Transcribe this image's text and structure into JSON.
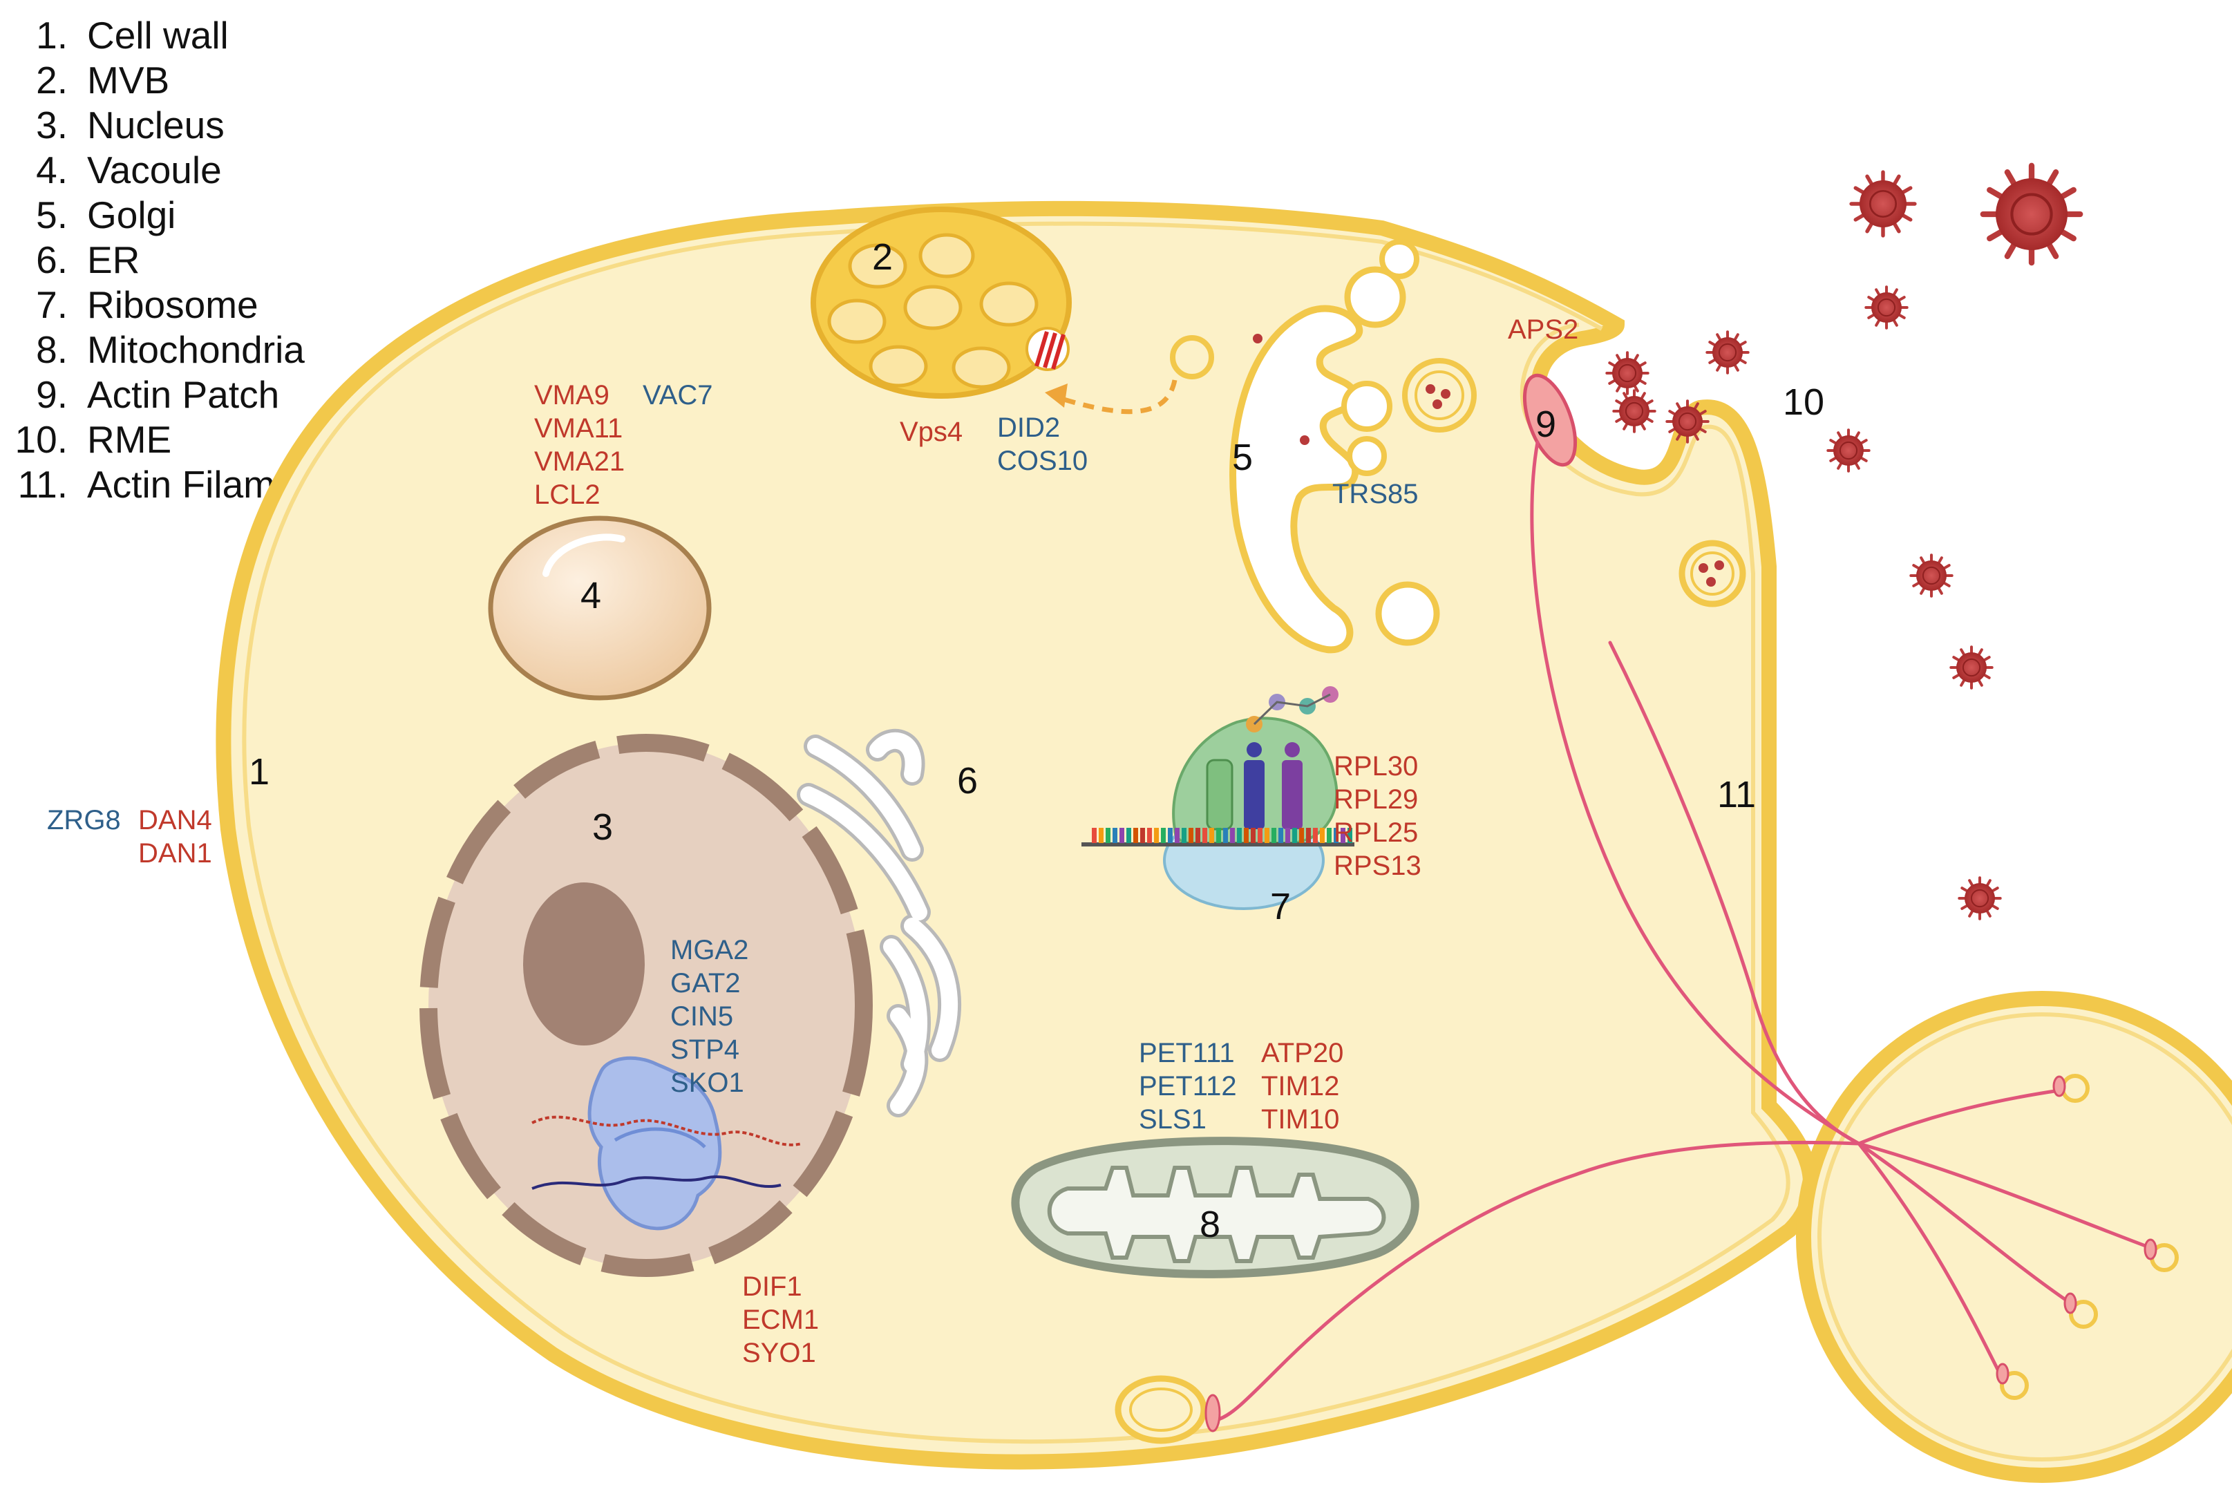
{
  "legend": {
    "items": [
      {
        "num": "1.",
        "label": "Cell wall"
      },
      {
        "num": "2.",
        "label": "MVB"
      },
      {
        "num": "3.",
        "label": "Nucleus"
      },
      {
        "num": "4.",
        "label": "Vacoule"
      },
      {
        "num": "5.",
        "label": "Golgi"
      },
      {
        "num": "6.",
        "label": "ER"
      },
      {
        "num": "7.",
        "label": "Ribosome"
      },
      {
        "num": "8.",
        "label": "Mitochondria"
      },
      {
        "num": "9.",
        "label": "Actin Patch"
      },
      {
        "num": "10.",
        "label": "RME"
      },
      {
        "num": "11.",
        "label": "Actin Filament"
      }
    ]
  },
  "markers": {
    "cell_wall": "1",
    "mvb": "2",
    "nucleus": "3",
    "vacuole": "4",
    "golgi": "5",
    "er": "6",
    "ribosome": "7",
    "mitochondria": "8",
    "actin_patch": "9",
    "rme": "10",
    "actin_filament": "11"
  },
  "genes": {
    "cell_wall_blue": [
      "ZRG8"
    ],
    "cell_wall_red": [
      "DAN4",
      "DAN1"
    ],
    "vacuole_red": [
      "VMA9",
      "VMA11",
      "VMA21",
      "LCL2"
    ],
    "vacuole_blue": [
      "VAC7"
    ],
    "mvb_red": [
      "Vps4"
    ],
    "mvb_blue": [
      "DID2",
      "COS10"
    ],
    "golgi_blue": [
      "TRS85"
    ],
    "actin_patch_red": [
      "APS2"
    ],
    "ribosome_red": [
      "RPL30",
      "RPL29",
      "RPL25",
      "RPS13"
    ],
    "nucleus_blue": [
      "MGA2",
      "GAT2",
      "CIN5",
      "STP4",
      "SKO1"
    ],
    "nucleus_red": [
      "DIF1",
      "ECM1",
      "SYO1"
    ],
    "mito_blue": [
      "PET111",
      "PET112",
      "SLS1"
    ],
    "mito_red": [
      "ATP20",
      "TIM12",
      "TIM10"
    ]
  },
  "colors": {
    "gene_red": "#c0392b",
    "gene_blue": "#2e5f8a",
    "cell_fill": "#fcf1c8",
    "cell_wall": "#f2c84b",
    "virus": "#b83a3a"
  }
}
